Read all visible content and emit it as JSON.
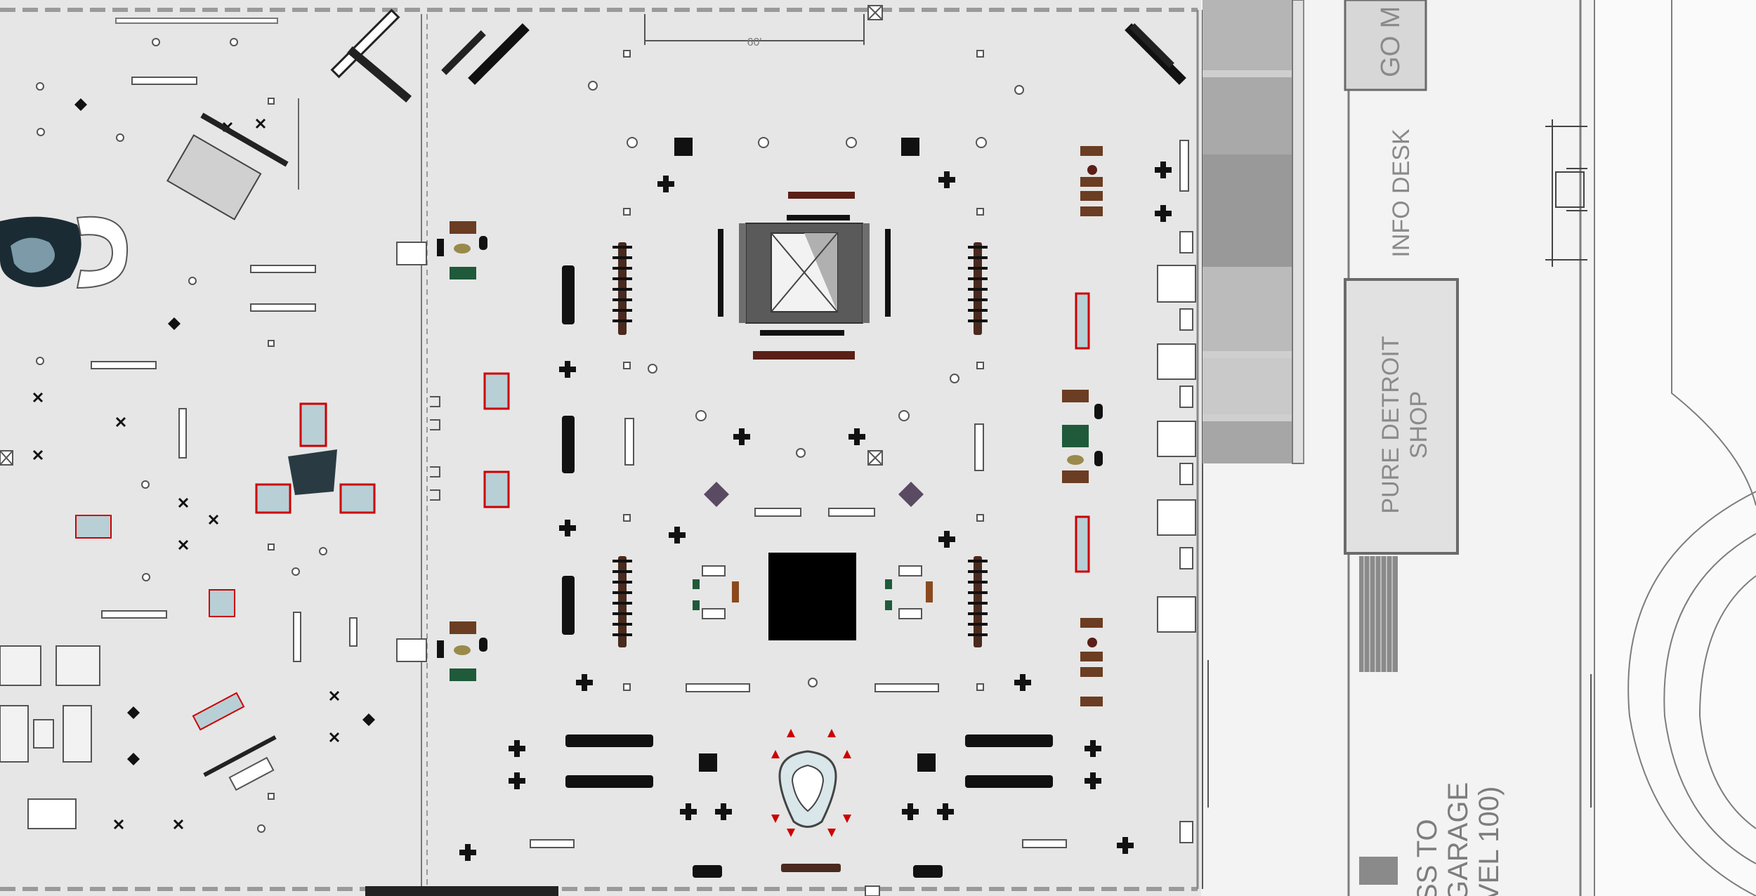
{
  "map": {
    "dimension_label": "60'",
    "rooms": {
      "go_room_label": "GO M",
      "info_desk_label": "INFO DESK",
      "shop_label_line1": "PURE DETROIT",
      "shop_label_line2": "SHOP",
      "garage_label_line1": "SS TO",
      "garage_label_line2": "GARAGE",
      "garage_label_line3": "VEL 100)"
    }
  }
}
